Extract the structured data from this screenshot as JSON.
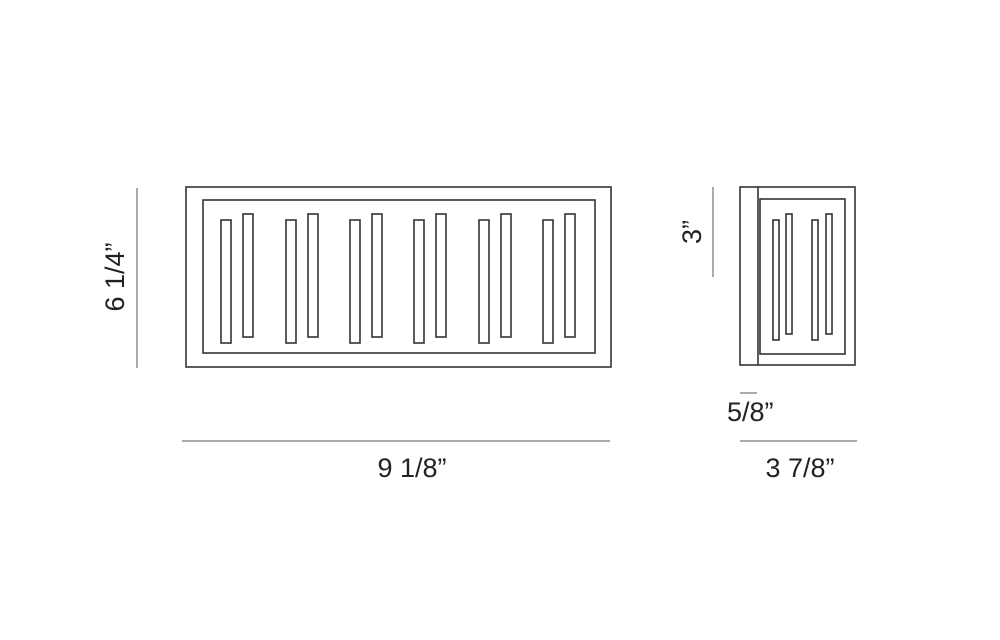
{
  "dimensions": {
    "height": "6 1/4”",
    "width": "9 1/8”",
    "side_height": "3”",
    "side_offset": "5/8”",
    "depth": "3 7/8”"
  },
  "colors": {
    "line": "#333333",
    "text": "#222222",
    "background": "#ffffff"
  }
}
